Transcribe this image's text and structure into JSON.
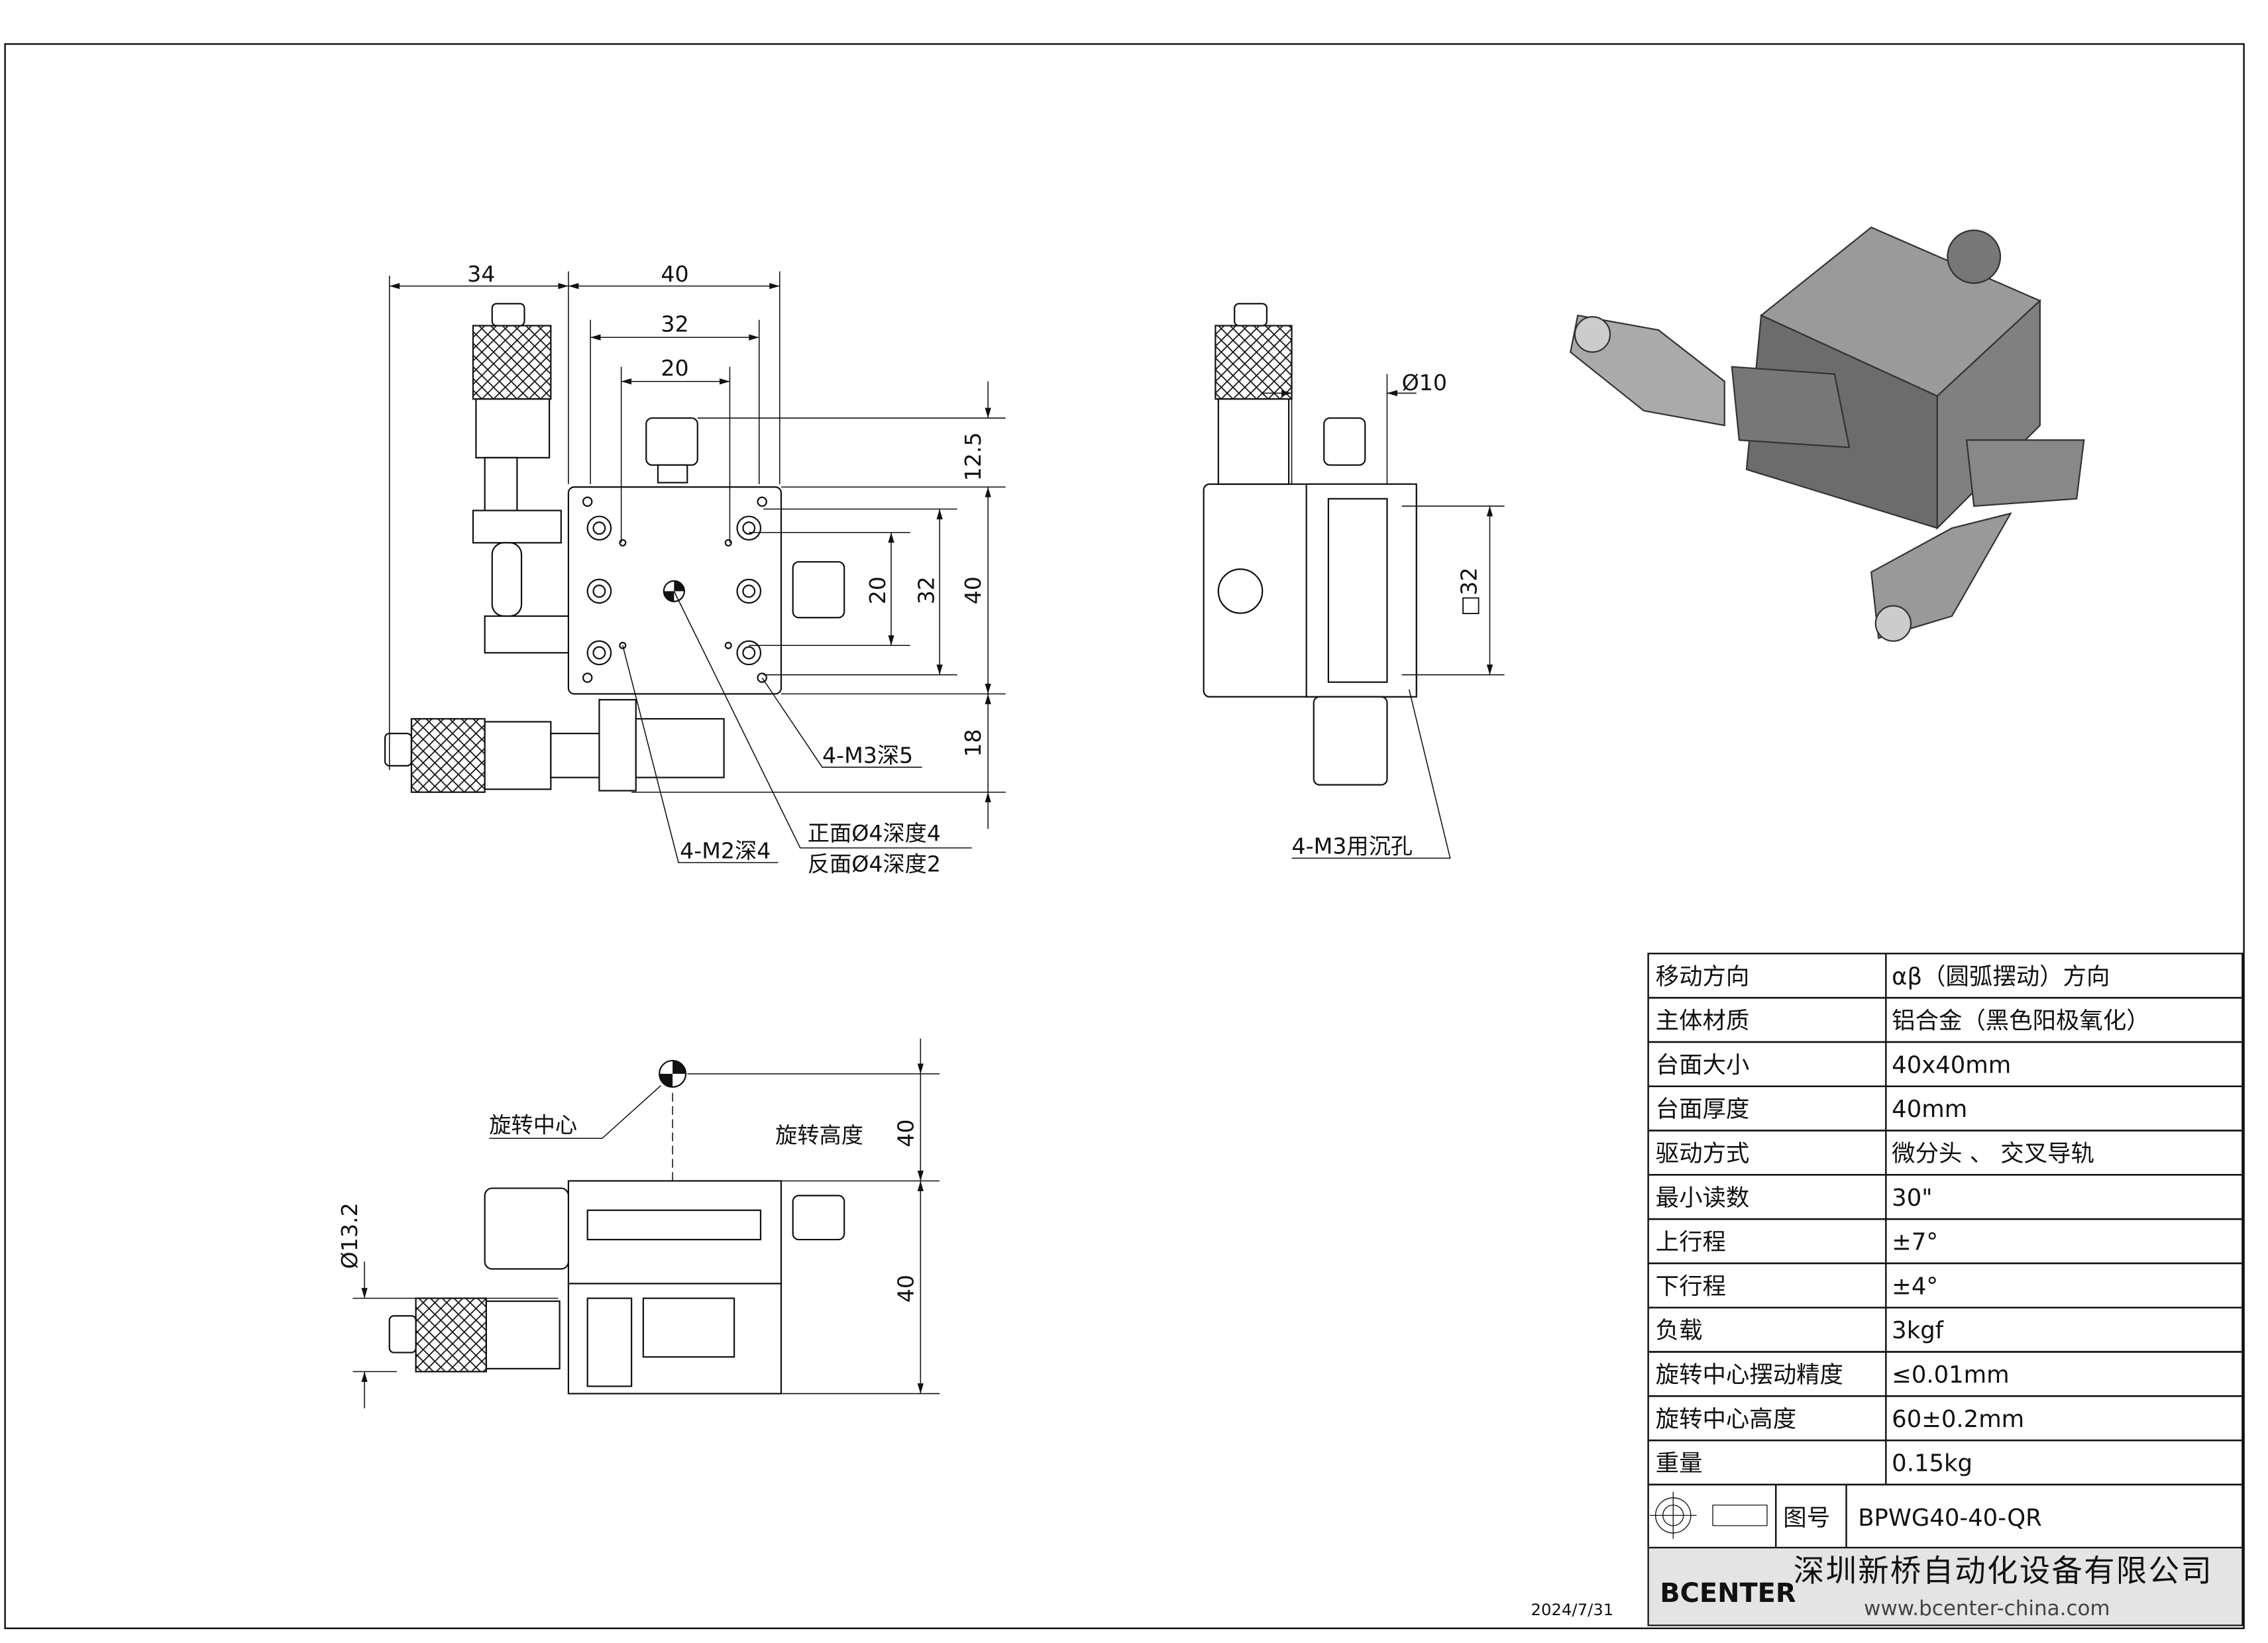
{
  "front_view": {
    "dims": {
      "w34": "34",
      "w40": "40",
      "w32": "32",
      "w20": "20",
      "h12_5": "12.5",
      "h40": "40",
      "h18": "18",
      "v32": "32",
      "v20": "20"
    },
    "notes": {
      "m3": "4-M3深5",
      "m2": "4-M2深4",
      "front_hole": "正面Ø4深度4",
      "back_hole": "反面Ø4深度2"
    }
  },
  "side_view": {
    "dims": {
      "d10": "Ø10",
      "sq32": "□32"
    },
    "notes": {
      "m3_counterbore": "4-M3用沉孔"
    }
  },
  "bottom_view": {
    "labels": {
      "rot_center": "旋转中心",
      "rot_height": "旋转高度"
    },
    "dims": {
      "h40a": "40",
      "h40b": "40",
      "d13_2": "Ø13.2"
    }
  },
  "spec_table": [
    {
      "label": "移动方向",
      "value": "αβ（圆弧摆动）方向"
    },
    {
      "label": "主体材质",
      "value": "铝合金（黑色阳极氧化）"
    },
    {
      "label": "台面大小",
      "value": "40x40mm"
    },
    {
      "label": "台面厚度",
      "value": "40mm"
    },
    {
      "label": "驱动方式",
      "value": "微分头 、 交叉导轨"
    },
    {
      "label": "最小读数",
      "value": "30\""
    },
    {
      "label": "上行程",
      "value": "±7°"
    },
    {
      "label": "下行程",
      "value": "±4°"
    },
    {
      "label": "负载",
      "value": "3kgf"
    },
    {
      "label": "旋转中心摆动精度",
      "value": "≤0.01mm"
    },
    {
      "label": "旋转中心高度",
      "value": "60±0.2mm"
    },
    {
      "label": "重量",
      "value": "0.15kg"
    }
  ],
  "title_block": {
    "drawing_no_label": "图号",
    "drawing_no": "BPWG40-40-QR",
    "brand": "BCENTER",
    "company": "深圳新桥自动化设备有限公司",
    "website": "www.bcenter-china.com"
  },
  "date": "2024/7/31"
}
